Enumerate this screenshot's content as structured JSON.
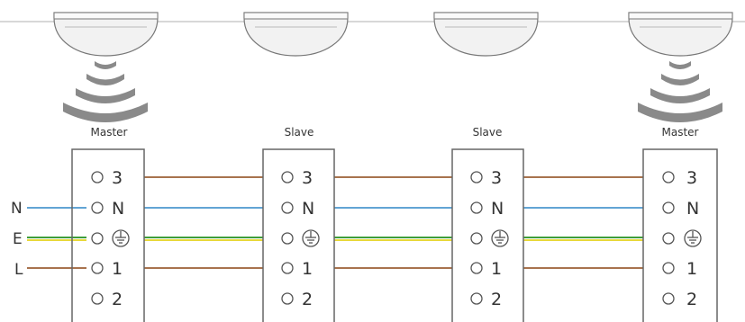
{
  "sensors": [
    {
      "role": "Master",
      "detecting": true
    },
    {
      "role": "Slave",
      "detecting": false
    },
    {
      "role": "Slave",
      "detecting": false
    },
    {
      "role": "Master",
      "detecting": true
    }
  ],
  "terminals": [
    "3",
    "N",
    "⏚",
    "1",
    "2"
  ],
  "supply": [
    "N",
    "E",
    "L"
  ],
  "colors": {
    "brown": "#8b4513",
    "blue": "#2f86c5",
    "green": "#3f9e3a",
    "yellow": "#e8d83a",
    "outline": "#666666",
    "housing": "#f2f2f2",
    "waves": "#8a8a8a",
    "text": "#333333"
  }
}
